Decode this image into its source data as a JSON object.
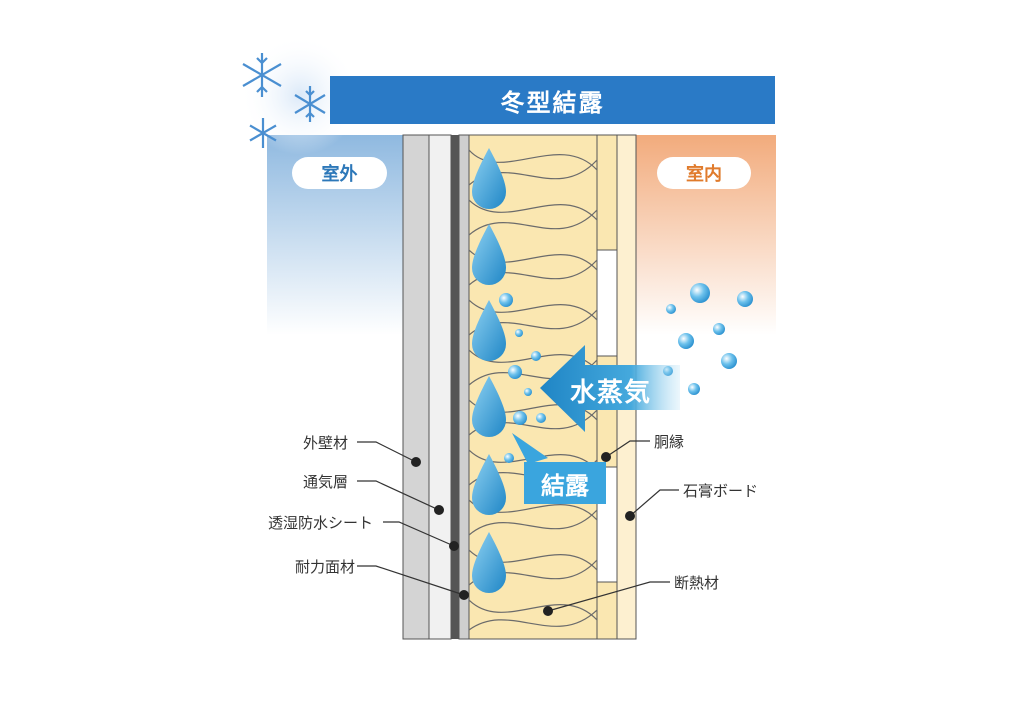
{
  "title": "冬型結露",
  "sides": {
    "outdoor": "室外",
    "indoor": "室内"
  },
  "labels": {
    "gaiheki": "外壁材",
    "tsukisou": "通気層",
    "sheet": "透湿防水シート",
    "menzai": "耐力面材",
    "dobuchi": "胴縁",
    "board": "石膏ボード",
    "insulation": "断熱材"
  },
  "vapor_arrow": "水蒸気",
  "condensation_badge": "結露",
  "colors": {
    "title_bar": "#2a7ac6",
    "outdoor_text": "#2d78b9",
    "indoor_text": "#e07b2c",
    "insulation": "#fae7b1",
    "droplet": "#3aa5de"
  }
}
